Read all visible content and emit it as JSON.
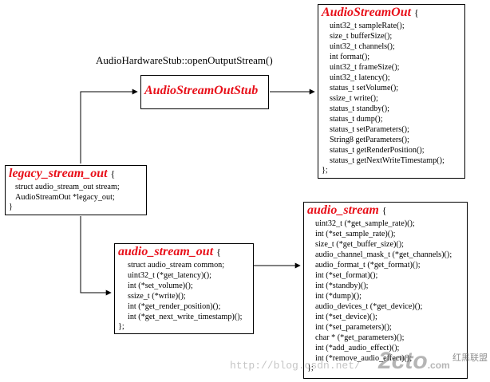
{
  "caption": "AudioHardwareStub::openOutputStream()",
  "brace_open": "{",
  "brace_close": "};",
  "legacy_brace_close": "}",
  "stub": {
    "title": "AudioStreamOutStub"
  },
  "audio_stream_out_class": {
    "title": "AudioStreamOut",
    "members": [
      "uint32_t sampleRate();",
      "size_t  bufferSize();",
      "uint32_t channels();",
      "int  format();",
      "uint32_t frameSize();",
      "uint32_t latency();",
      "status_t setVolume();",
      "ssize_t  write();",
      "status_t standby();",
      "status_t dump();",
      "status_t setParameters();",
      "String8 getParameters();",
      "status_t getRenderPosition();",
      "status_t getNextWriteTimestamp();"
    ]
  },
  "legacy_stream_out": {
    "title": "legacy_stream_out",
    "members": [
      "struct audio_stream_out stream;",
      "AudioStreamOut *legacy_out;"
    ]
  },
  "audio_stream_out_struct": {
    "title": "audio_stream_out",
    "members": [
      "struct audio_stream common;",
      "uint32_t (*get_latency)();",
      "int (*set_volume)();",
      "ssize_t (*write)();",
      "int (*get_render_position)();",
      "int (*get_next_write_timestamp)();"
    ]
  },
  "audio_stream": {
    "title": "audio_stream",
    "members": [
      "uint32_t (*get_sample_rate)();",
      "int (*set_sample_rate)();",
      "size_t (*get_buffer_size)();",
      "audio_channel_mask_t (*get_channels)();",
      "audio_format_t (*get_format)();",
      "int (*set_format)();",
      "int (*standby)();",
      "int (*dump)();",
      "audio_devices_t (*get_device)();",
      "int (*set_device)();",
      "int (*set_parameters)();",
      "char * (*get_parameters)();",
      "int (*add_audio_effect)();",
      "int (*remove_audio_effect)();"
    ]
  },
  "watermark": {
    "url": "http://blog.csdn.net/",
    "logo": "2cto",
    "logo_suffix": ".com",
    "site_name": "红黑联盟"
  }
}
